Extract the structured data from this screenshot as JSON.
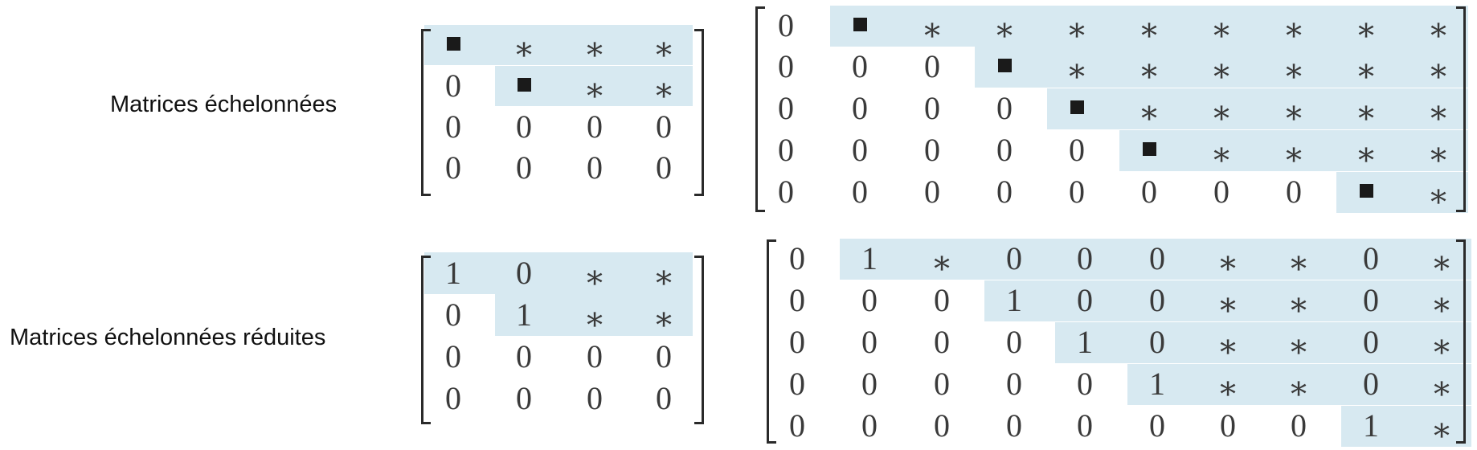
{
  "labels": {
    "echelon": "Matrices échelonnées",
    "reduced": "Matrices échelonnées réduites"
  },
  "colors": {
    "shading": "#d7e9f1",
    "pivot": "#1a1a1a"
  },
  "matrices": [
    {
      "id": "echelon-small",
      "rows": [
        [
          "■",
          "*",
          "*",
          "*"
        ],
        [
          "0",
          "■",
          "*",
          "*"
        ],
        [
          "0",
          "0",
          "0",
          "0"
        ],
        [
          "0",
          "0",
          "0",
          "0"
        ]
      ],
      "pivot_cols": [
        0,
        1,
        null,
        null
      ]
    },
    {
      "id": "echelon-large",
      "rows": [
        [
          "0",
          "■",
          "*",
          "*",
          "*",
          "*",
          "*",
          "*",
          "*",
          "*"
        ],
        [
          "0",
          "0",
          "0",
          "■",
          "*",
          "*",
          "*",
          "*",
          "*",
          "*"
        ],
        [
          "0",
          "0",
          "0",
          "0",
          "■",
          "*",
          "*",
          "*",
          "*",
          "*"
        ],
        [
          "0",
          "0",
          "0",
          "0",
          "0",
          "■",
          "*",
          "*",
          "*",
          "*"
        ],
        [
          "0",
          "0",
          "0",
          "0",
          "0",
          "0",
          "0",
          "0",
          "■",
          "*"
        ]
      ],
      "pivot_cols": [
        1,
        3,
        4,
        5,
        8
      ]
    },
    {
      "id": "reduced-small",
      "rows": [
        [
          "1",
          "0",
          "*",
          "*"
        ],
        [
          "0",
          "1",
          "*",
          "*"
        ],
        [
          "0",
          "0",
          "0",
          "0"
        ],
        [
          "0",
          "0",
          "0",
          "0"
        ]
      ],
      "pivot_cols": [
        0,
        1,
        null,
        null
      ]
    },
    {
      "id": "reduced-large",
      "rows": [
        [
          "0",
          "1",
          "*",
          "0",
          "0",
          "0",
          "*",
          "*",
          "0",
          "*"
        ],
        [
          "0",
          "0",
          "0",
          "1",
          "0",
          "0",
          "*",
          "*",
          "0",
          "*"
        ],
        [
          "0",
          "0",
          "0",
          "0",
          "1",
          "0",
          "*",
          "*",
          "0",
          "*"
        ],
        [
          "0",
          "0",
          "0",
          "0",
          "0",
          "1",
          "*",
          "*",
          "0",
          "*"
        ],
        [
          "0",
          "0",
          "0",
          "0",
          "0",
          "0",
          "0",
          "0",
          "1",
          "*"
        ]
      ],
      "pivot_cols": [
        1,
        3,
        4,
        5,
        8
      ]
    }
  ]
}
